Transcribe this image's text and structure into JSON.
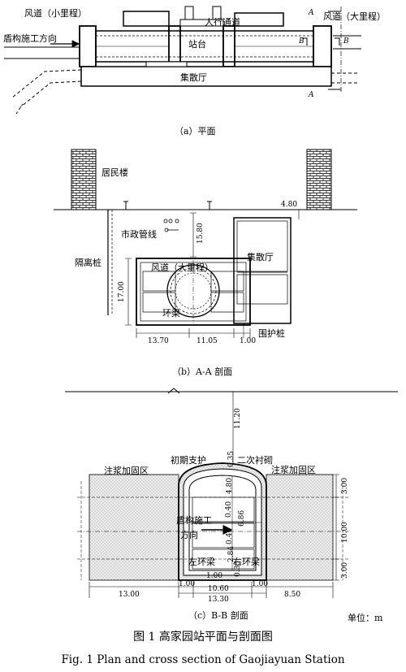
{
  "plan": {
    "label_feng_small": "风道（小里程）",
    "label_feng_big": "风道（大里程）",
    "label_shield_dir": "盾构施工方向",
    "label_pass": "人行通道",
    "label_platform": "站台",
    "label_hall": "集散厅",
    "mark_a": "A",
    "mark_b": "B",
    "caption": "（a）平面"
  },
  "section_aa": {
    "label_building": "居民楼",
    "label_pipe": "市政管线",
    "label_isolation": "隔离桩",
    "label_feng": "风道（大里程）",
    "label_hall": "集散厅",
    "label_ring": "环梁",
    "label_pile": "围护桩",
    "dim_480": "4.80",
    "dim_1580": "15.80",
    "dim_1700": "17.00",
    "dim_1370": "13.70",
    "dim_1105": "11.05",
    "dim_100": "1.00",
    "caption": "（b）A-A 剖面"
  },
  "section_bb": {
    "label_primary": "初期支护",
    "label_secondary": "二次衬砌",
    "label_grout_left": "注浆加固区",
    "label_grout_right": "注浆加固区",
    "label_shield": "盾构施工",
    "label_dir": "方向",
    "label_left_ring": "左环梁",
    "label_right_ring": "右环梁",
    "dim_1120": "11.20",
    "dim_035a": "0.35",
    "dim_480": "4.80",
    "dim_040a": "0.40",
    "dim_686": "6.86",
    "dim_040b": "0.40",
    "dim_284": "2.84",
    "dim_035b": "0.35",
    "dim_300a": "3.00",
    "dim_1000": "10.00",
    "dim_300b": "3.00",
    "dim_1300": "13.00",
    "dim_100a": "1.00",
    "dim_100b": "1.00",
    "dim_100c": "1.00",
    "dim_1060": "10.60",
    "dim_1330": "13.30",
    "dim_850": "8.50",
    "caption": "（c）B-B 剖面",
    "unit": "单位：m"
  },
  "caption_cn": "图 1  高家园站平面与剖面图",
  "caption_en": "Fig. 1 Plan and cross section of Gaojiayuan Station"
}
